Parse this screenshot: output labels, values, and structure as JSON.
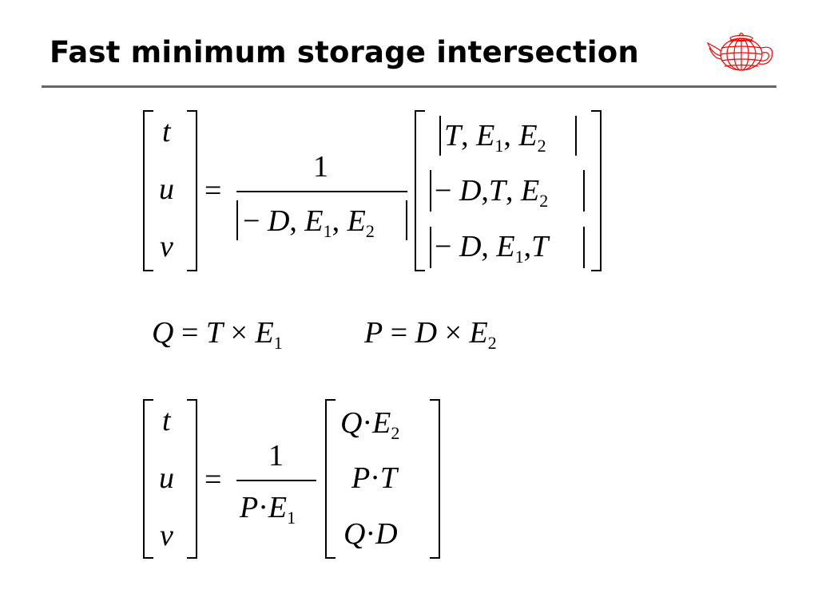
{
  "slide": {
    "title": "Fast minimum storage intersection"
  },
  "equation1": {
    "lhs": [
      "t",
      "u",
      "v"
    ],
    "equals": "=",
    "numerator": "1",
    "denominator": {
      "parts": [
        "− ",
        "D",
        ", ",
        "E",
        "1",
        ", ",
        "E",
        "2"
      ]
    },
    "rows": [
      {
        "parts": [
          "T",
          ", ",
          "E",
          "1",
          ", ",
          "E",
          "2"
        ]
      },
      {
        "parts": [
          "− ",
          "D",
          ",",
          "T",
          ", ",
          "E",
          "2"
        ]
      },
      {
        "parts": [
          "− ",
          "D",
          ", ",
          "E",
          "1",
          ",",
          "T"
        ]
      }
    ]
  },
  "equation2": {
    "left": {
      "a": "Q",
      "eq": "=",
      "b": "T",
      "op": "×",
      "c": "E",
      "sub": "1"
    },
    "right": {
      "a": "P",
      "eq": "=",
      "b": "D",
      "op": "×",
      "c": "E",
      "sub": "2"
    }
  },
  "equation3": {
    "lhs": [
      "t",
      "u",
      "v"
    ],
    "equals": "=",
    "numerator": "1",
    "denominator": {
      "a": "P",
      "dot": "·",
      "b": "E",
      "sub": "1"
    },
    "rows": [
      {
        "a": "Q",
        "dot": "·",
        "b": "E",
        "sub": "2"
      },
      {
        "a": "P",
        "dot": "·",
        "b": "T",
        "sub": ""
      },
      {
        "a": "Q",
        "dot": "·",
        "b": "D",
        "sub": ""
      }
    ]
  },
  "icons": {
    "logo": "teapot-icon"
  },
  "colors": {
    "rule": "#666666",
    "teapot": "#ff0000"
  }
}
